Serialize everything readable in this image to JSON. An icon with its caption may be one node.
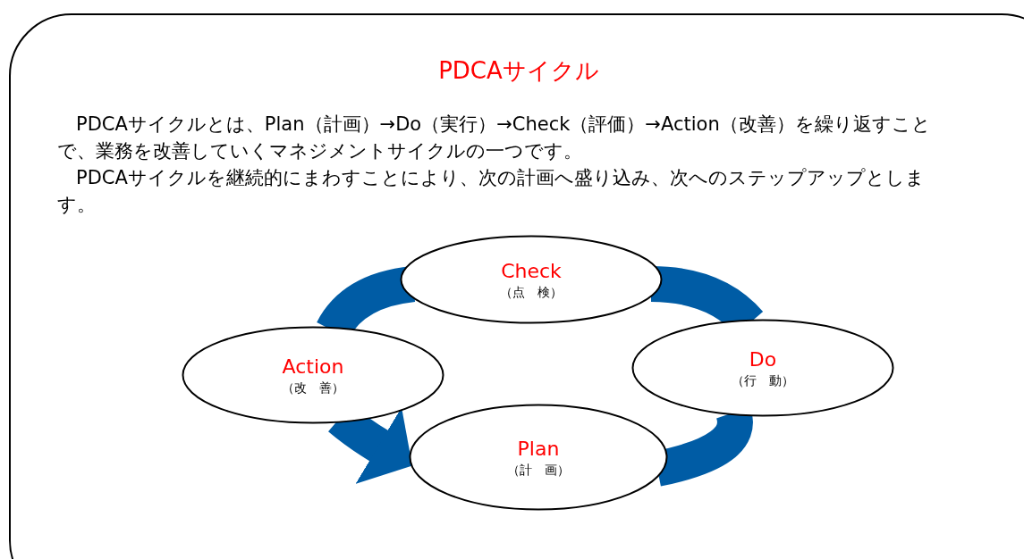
{
  "diagram": {
    "title": "PDCAサイクル",
    "nodes": [
      {
        "text": [
          "Check",
          "（点　検）"
        ]
      },
      {
        "text": [
          "Action",
          "（改　善）"
        ]
      },
      {
        "text": [
          "Do",
          "（行　動）"
        ]
      },
      {
        "text": [
          "Plan",
          "（計　画）"
        ]
      }
    ],
    "edges": [
      {
        "from": 3,
        "to": 2,
        "arrow": "none"
      },
      {
        "from": 2,
        "to": 0,
        "arrow": "none"
      },
      {
        "from": 0,
        "to": 1,
        "arrow": "none"
      },
      {
        "from": 1,
        "to": 3,
        "arrow": "to"
      }
    ],
    "labels": [
      "PDCAサイクルとは、Plan（計画）→Do（実行）→Check（評価）→Action（改善）を繰り返すことで、業務を改善していくマネジメントサイクルの一つです。",
      "PDCAサイクルを継続的にまわすことにより、次の計画へ盛り込み、次へのステップアップとします。"
    ]
  }
}
